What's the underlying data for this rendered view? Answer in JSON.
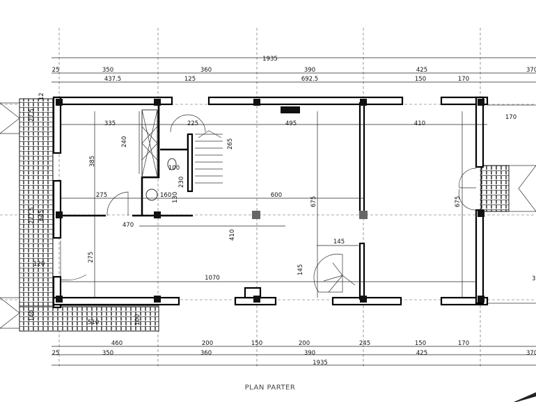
{
  "title": "PLAN PARTER",
  "top_dims": {
    "total": "1935",
    "row1": [
      "25",
      "350",
      "360",
      "390",
      "425",
      "370"
    ],
    "row2": [
      "437.5",
      "125",
      "692.5",
      "150",
      "170"
    ]
  },
  "bottom_dims": {
    "row1": [
      "460",
      "200",
      "150",
      "200",
      "245",
      "150",
      "170"
    ],
    "row2": [
      "25",
      "350",
      "360",
      "390",
      "425",
      "370"
    ],
    "total": "1935"
  },
  "left_dims": [
    "12",
    "27.5",
    "277.5",
    "645",
    "120",
    "140",
    "510",
    "100"
  ],
  "interior_dims": {
    "d335": "335",
    "d225": "225",
    "d495": "495",
    "d410_top": "410",
    "d170": "170",
    "d240": "240",
    "d385": "385",
    "d265": "265",
    "d100": "100",
    "d230": "230",
    "d160": "160",
    "d130": "130",
    "d275_h": "275",
    "d600": "600",
    "d675_mid": "675",
    "d675_right": "675",
    "d470": "470",
    "d410_left": "410",
    "d275_v": "275",
    "d145_h": "145",
    "d145_v": "145",
    "d1070": "1070",
    "d3": "3"
  }
}
